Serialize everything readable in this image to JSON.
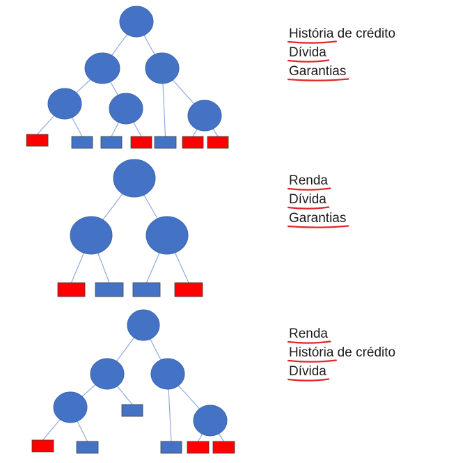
{
  "colors": {
    "node": "#4472C4",
    "node_stroke": "#3f65ad",
    "leaf_blue": "#4472C4",
    "leaf_red": "#ff0000",
    "leaf_stroke": "#404040",
    "edge": "#8eaadb",
    "underline": "#e3262b",
    "text": "#1a1a1a"
  },
  "trees": [
    {
      "features": [
        {
          "underlined": "História",
          "rest": " de crédito"
        },
        {
          "underlined": "Dívida",
          "rest": ""
        },
        {
          "underlined": "Garantias",
          "rest": ""
        }
      ],
      "leaves": [
        "red",
        "blue",
        "blue",
        "red",
        "blue",
        "red",
        "red"
      ]
    },
    {
      "features": [
        {
          "underlined": "Renda",
          "rest": ""
        },
        {
          "underlined": "Dívida",
          "rest": ""
        },
        {
          "underlined": "Garantias",
          "rest": ""
        }
      ],
      "leaves": [
        "red",
        "blue",
        "blue",
        "red"
      ]
    },
    {
      "features": [
        {
          "underlined": "Renda",
          "rest": ""
        },
        {
          "underlined": "História",
          "rest": " de crédito"
        },
        {
          "underlined": "Dívida",
          "rest": ""
        }
      ],
      "leaves": [
        "red",
        "blue",
        "blue",
        "blue",
        "red",
        "red"
      ]
    }
  ]
}
